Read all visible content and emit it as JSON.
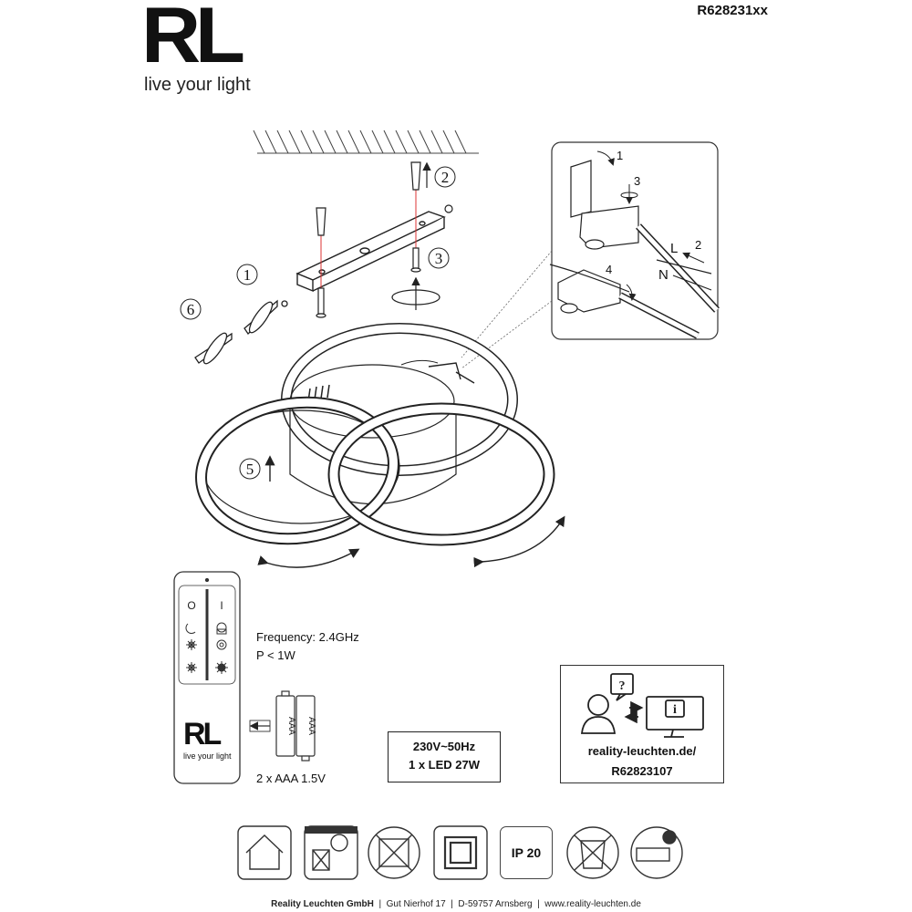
{
  "header": {
    "logo_mark": "RL",
    "logo_tagline": "live your light",
    "product_code": "R628231xx"
  },
  "steps": [
    "1",
    "2",
    "3",
    "4",
    "5",
    "6"
  ],
  "wiring": {
    "live": "L",
    "neutral": "N",
    "sub_steps": [
      "1",
      "2",
      "3",
      "4"
    ]
  },
  "remote": {
    "logo_mark": "RL",
    "logo_tagline": "live your light",
    "battery_labels": [
      "AAA",
      "AAA"
    ],
    "battery_spec": "2 x AAA 1.5V",
    "frequency": "Frequency: 2.4GHz",
    "power": "P < 1W",
    "button_glyphs": [
      "O",
      "I"
    ]
  },
  "power_box": {
    "voltage": "230V~50Hz",
    "led": "1 x LED 27W"
  },
  "info_box": {
    "line1": "reality-leuchten.de/",
    "line2": "R62823107"
  },
  "symbols": {
    "ip_rating": "IP 20"
  },
  "footer": {
    "company": "Reality Leuchten GmbH",
    "address": "Gut Nierhof 17",
    "city": "D-59757 Arnsberg",
    "web": "www.reality-leuchten.de"
  }
}
